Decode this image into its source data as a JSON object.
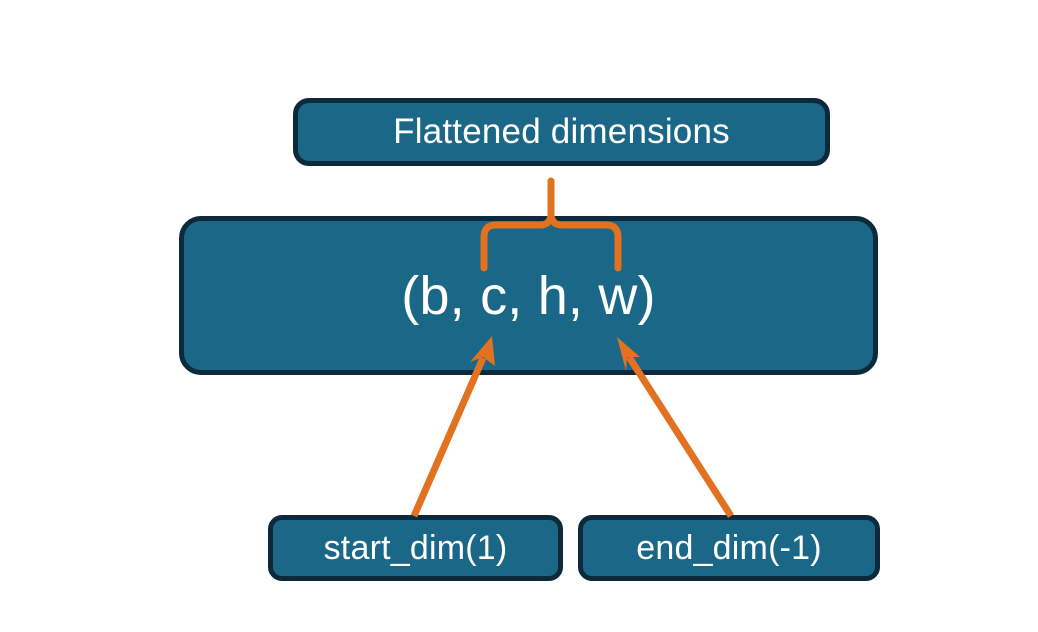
{
  "diagram": {
    "title_node": {
      "label": "Flattened dimensions",
      "name": "flattened-dimensions-box"
    },
    "tensor_node": {
      "label": "(b, c, h, w)",
      "name": "tensor-shape-box"
    },
    "param_nodes": [
      {
        "label": "start_dim(1)",
        "name": "start-dim-box"
      },
      {
        "label": "end_dim(-1)",
        "name": "end-dim-box"
      }
    ],
    "annotations": {
      "brace_name": "flattened-range-brace",
      "arrow_start_name": "start-dim-arrow",
      "arrow_end_name": "end-dim-arrow"
    },
    "colors": {
      "background": "#FFFFFF",
      "box_fill": "#1B6787",
      "box_border": "#0C2A3C",
      "box_text": "#FFFFFF",
      "accent_orange": "#E2721F"
    }
  }
}
